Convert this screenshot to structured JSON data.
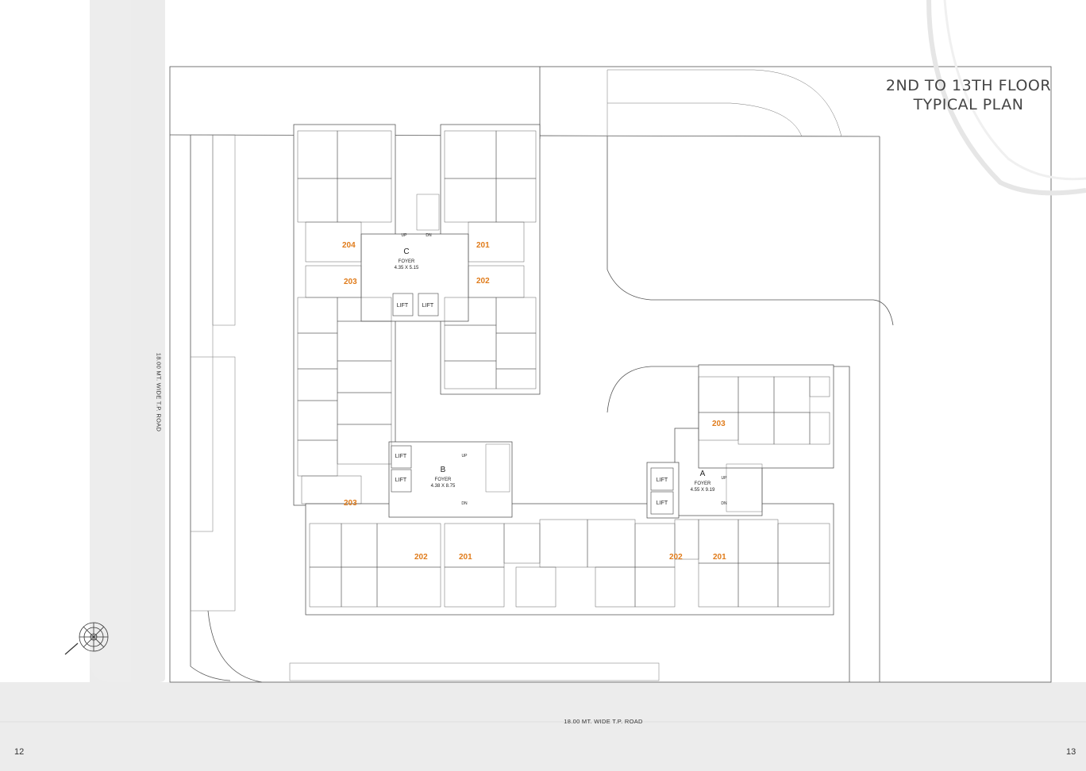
{
  "title_line1": "2ND TO 13TH FLOOR",
  "title_line2": "TYPICAL PLAN",
  "road_bottom": "18.00 MT. WIDE T.P. ROAD",
  "road_left": "18.00 MT. WIDE T.P. ROAD",
  "page_left": "12",
  "page_right": "13",
  "colors": {
    "unit_number": "#e07b1a",
    "road": "#ececec",
    "lines": "#555555"
  },
  "towers": [
    {
      "name": "C",
      "foyer_label": "FOYER",
      "foyer_size": "4.35 X 5.15"
    },
    {
      "name": "B",
      "foyer_label": "FOYER",
      "foyer_size": "4.38 X 8.75"
    },
    {
      "name": "A",
      "foyer_label": "FOYER",
      "foyer_size": "4.55 X 9.19"
    }
  ],
  "lift_label": "LIFT",
  "up_label": "UP",
  "dn_label": "DN",
  "units": [
    "204",
    "201",
    "203",
    "202",
    "203",
    "202",
    "201",
    "203",
    "202",
    "201"
  ],
  "compass_icon": "north-compass-icon"
}
